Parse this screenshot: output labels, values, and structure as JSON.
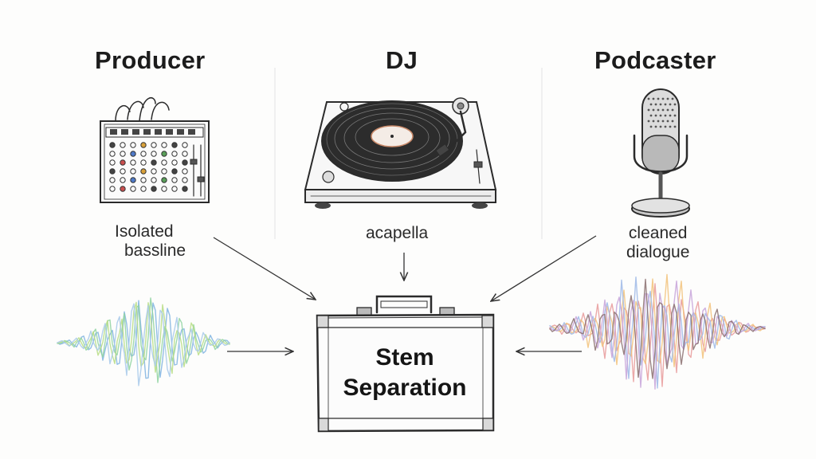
{
  "columns": [
    {
      "heading": "Producer",
      "caption_lines": [
        "Isolated",
        "bassline"
      ],
      "icon": "mixer-icon"
    },
    {
      "heading": "DJ",
      "caption_lines": [
        "acapella"
      ],
      "icon": "turntable-icon"
    },
    {
      "heading": "Podcaster",
      "caption_lines": [
        "cleaned",
        "dialogue"
      ],
      "icon": "microphone-icon"
    }
  ],
  "center": {
    "lines": [
      "Stem",
      "Separation"
    ],
    "icon": "briefcase-icon"
  },
  "colors": {
    "ink": "#1f1f1f",
    "wave_left": [
      "#7fb3e0",
      "#8fd4a0",
      "#b7dd84",
      "#a7c9ea"
    ],
    "wave_right": [
      "#e89a9a",
      "#f2c27a",
      "#9db8e6",
      "#c7a3d9",
      "#8a6f6f"
    ]
  }
}
